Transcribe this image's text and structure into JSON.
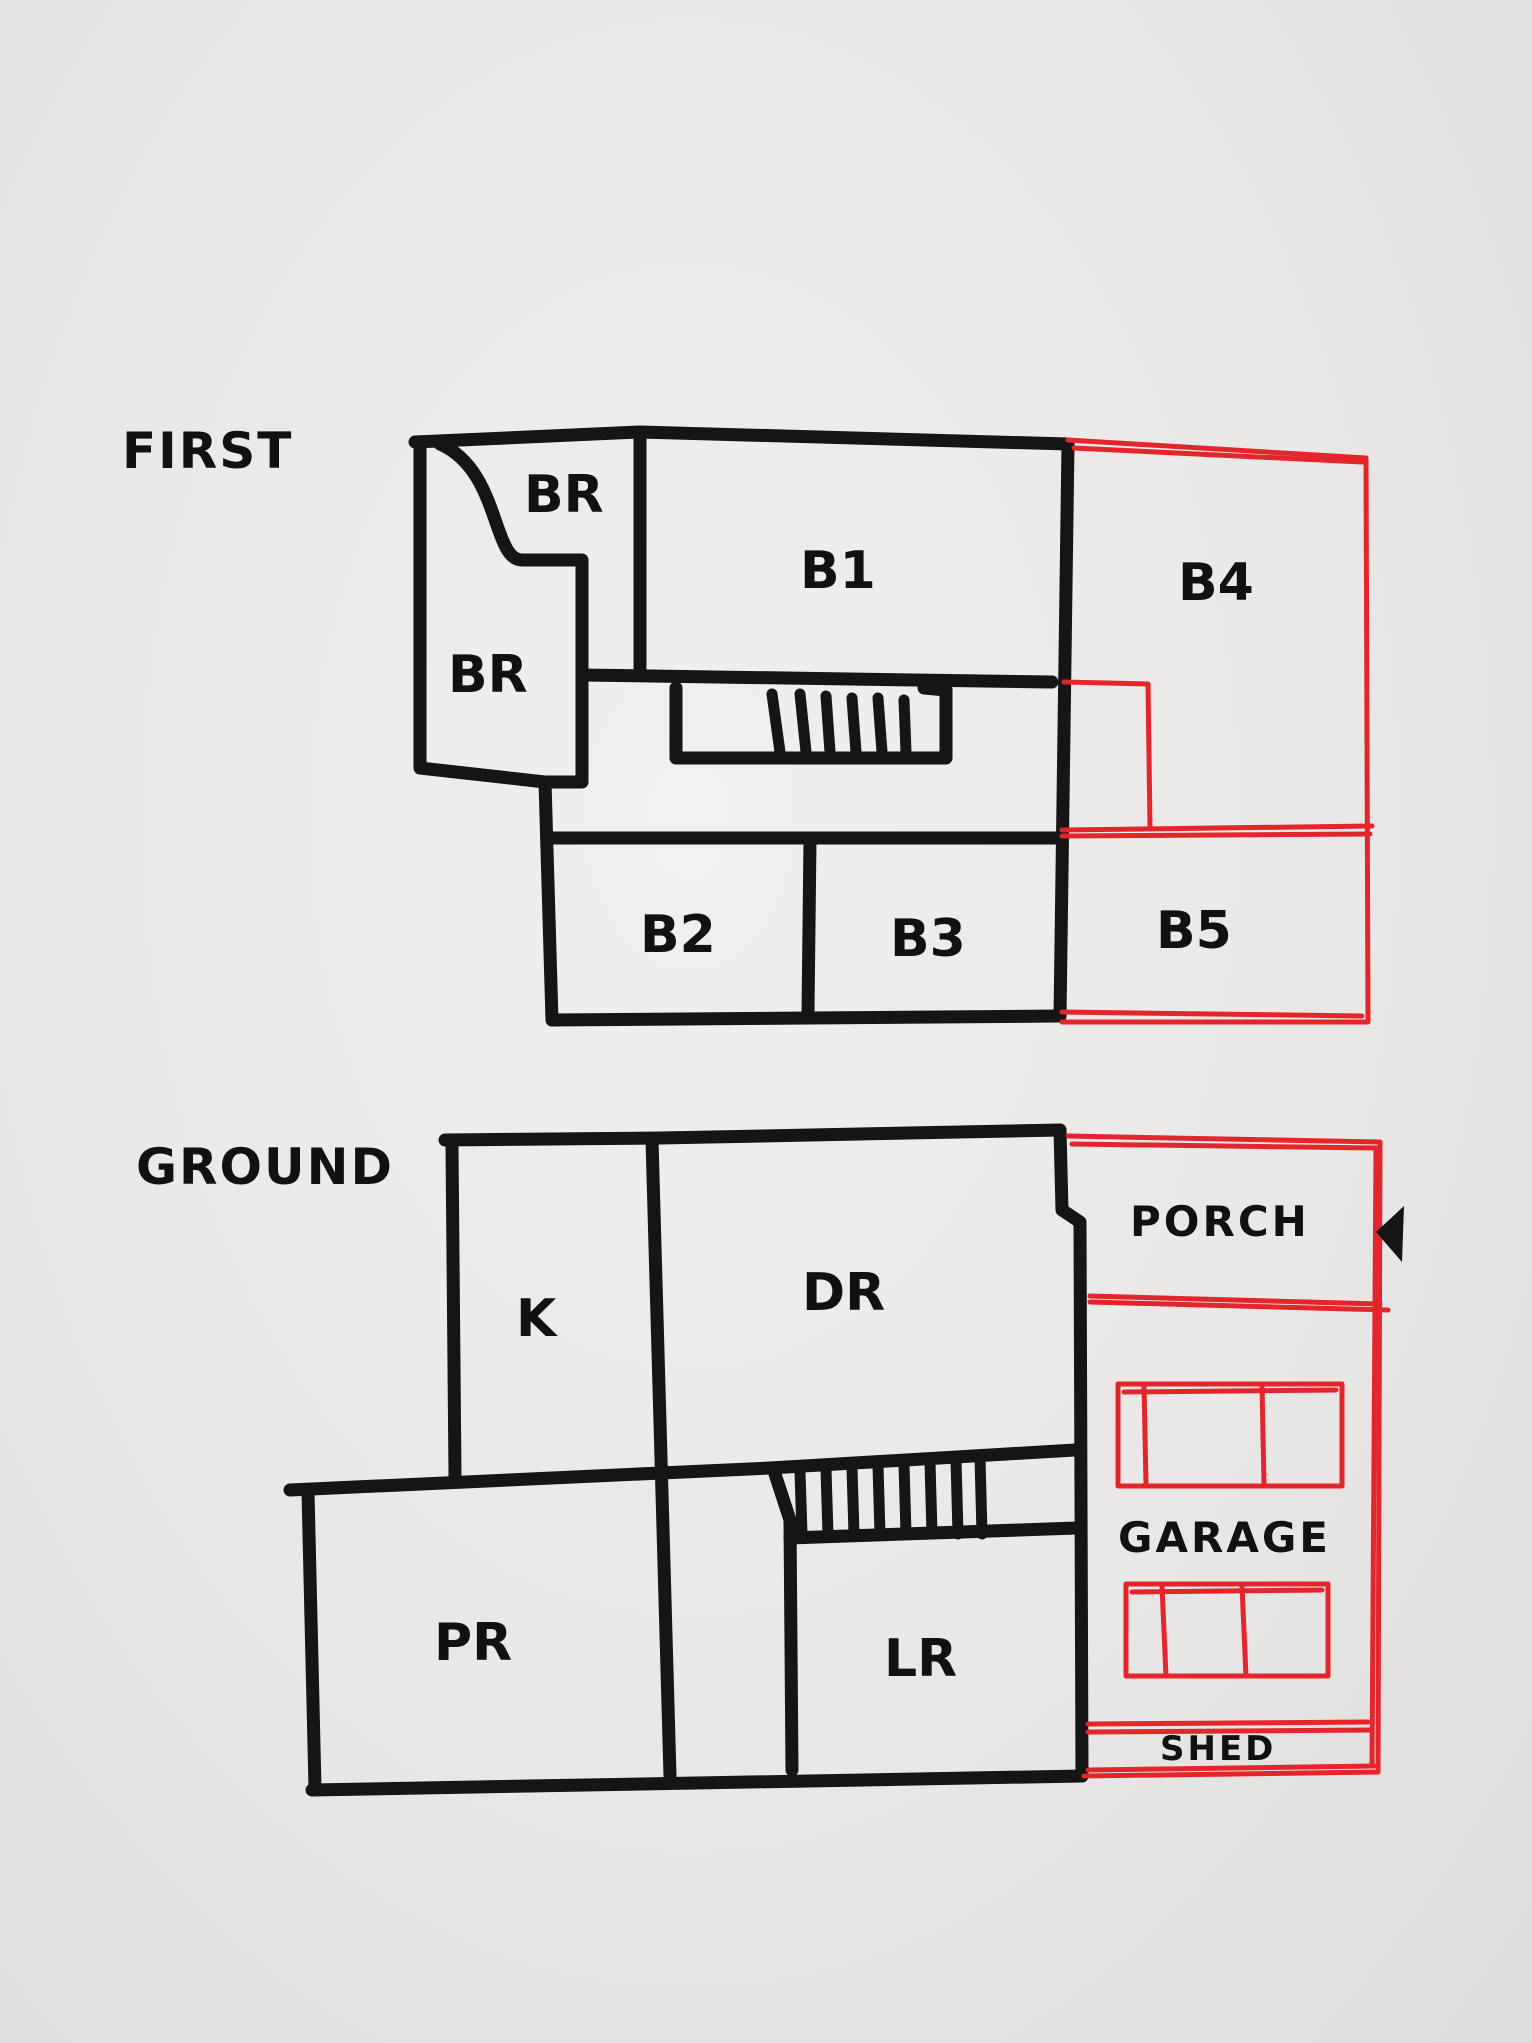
{
  "floors": {
    "first": {
      "label": "FIRST",
      "rooms": {
        "br_top": "BR",
        "br_left": "BR",
        "b1": "B1",
        "b2": "B2",
        "b3": "B3",
        "b4": "B4",
        "b5": "B5"
      }
    },
    "ground": {
      "label": "GROUND",
      "rooms": {
        "k": "K",
        "dr": "DR",
        "pr": "PR",
        "lr": "LR",
        "porch": "PORCH",
        "garage": "GARAGE",
        "shed": "SHED"
      }
    }
  },
  "colors": {
    "existing": "#151515",
    "extension": "#e3262b"
  },
  "icons": {
    "entrance": "entrance-arrow-icon"
  }
}
